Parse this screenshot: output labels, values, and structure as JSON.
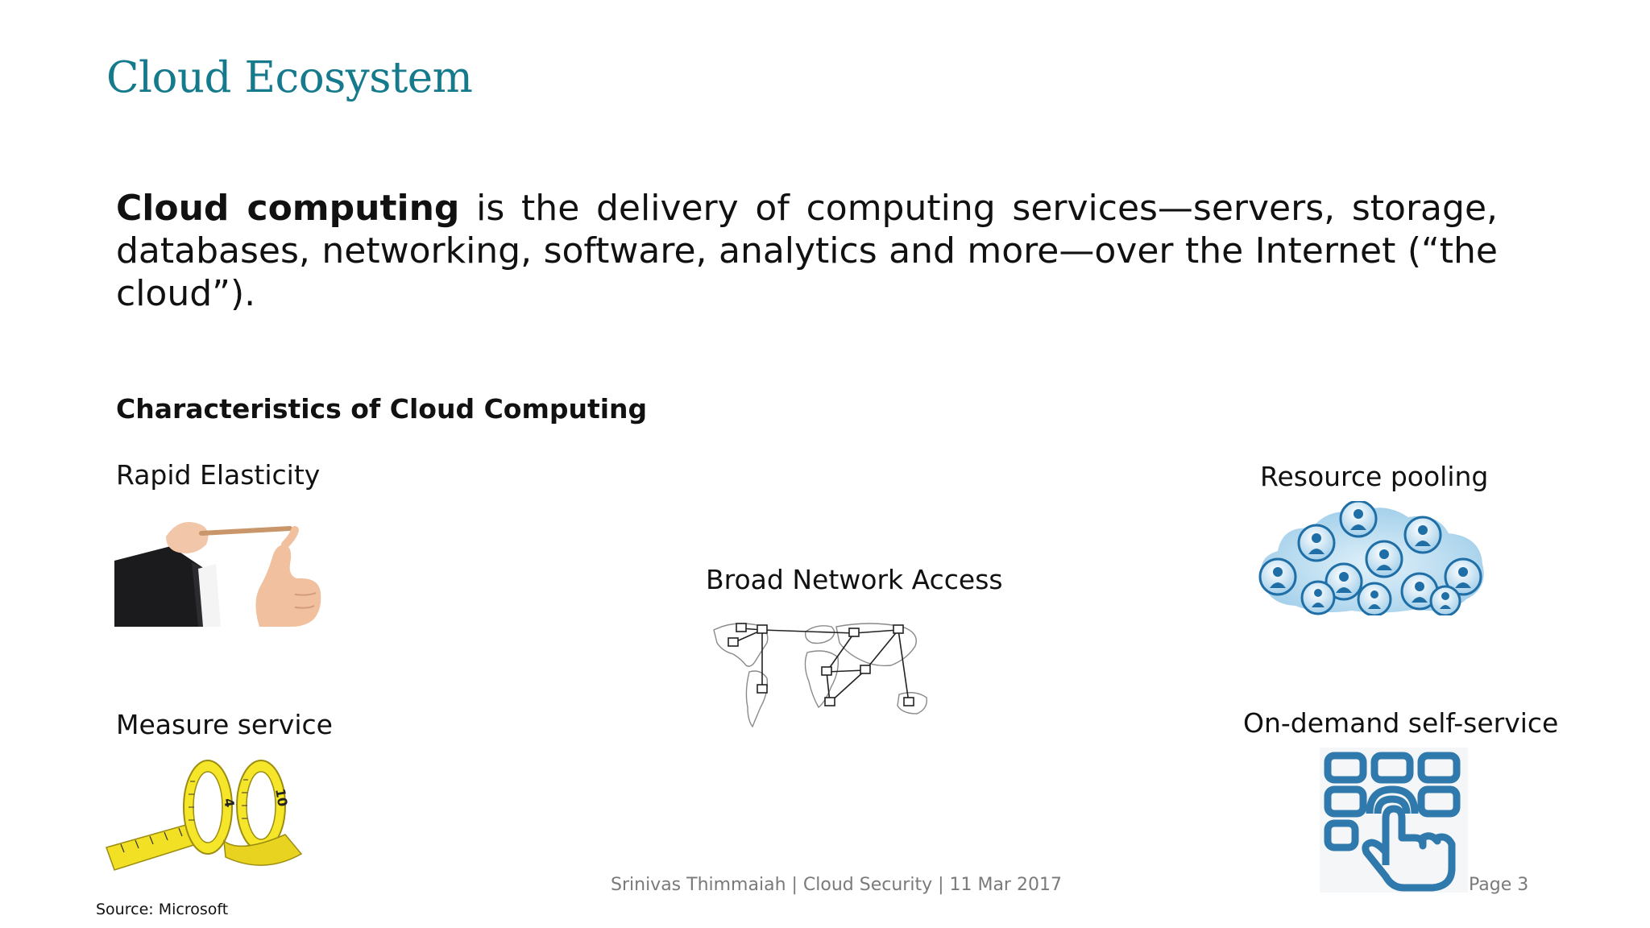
{
  "slide": {
    "title": "Cloud Ecosystem",
    "definition": {
      "bold_term": "Cloud computing",
      "text": " is the delivery of computing services—servers, storage, databases, networking, software, analytics and more—over the Internet (“the cloud”)."
    },
    "subheading": "Characteristics of Cloud Computing",
    "characteristics": {
      "rapid_elasticity": {
        "label": "Rapid Elasticity",
        "icon": "stretching-rubber-band-icon"
      },
      "broad_network_access": {
        "label": "Broad Network Access",
        "icon": "world-network-map-icon"
      },
      "resource_pooling": {
        "label": "Resource pooling",
        "icon": "people-cloud-icon"
      },
      "measure_service": {
        "label": "Measure service",
        "icon": "measuring-tape-icon"
      },
      "on_demand_self_service": {
        "label": "On-demand self-service",
        "icon": "touch-keypad-icon"
      }
    }
  },
  "footer": {
    "center": "Srinivas Thimmaiah | Cloud Security | 11 Mar 2017",
    "page": "Page 3",
    "source": "Source: Microsoft"
  },
  "colors": {
    "title": "#157a8c",
    "text": "#111111",
    "footer": "#7a7a7a",
    "keypad": "#2f79ad",
    "people": "#1f6fa6"
  }
}
